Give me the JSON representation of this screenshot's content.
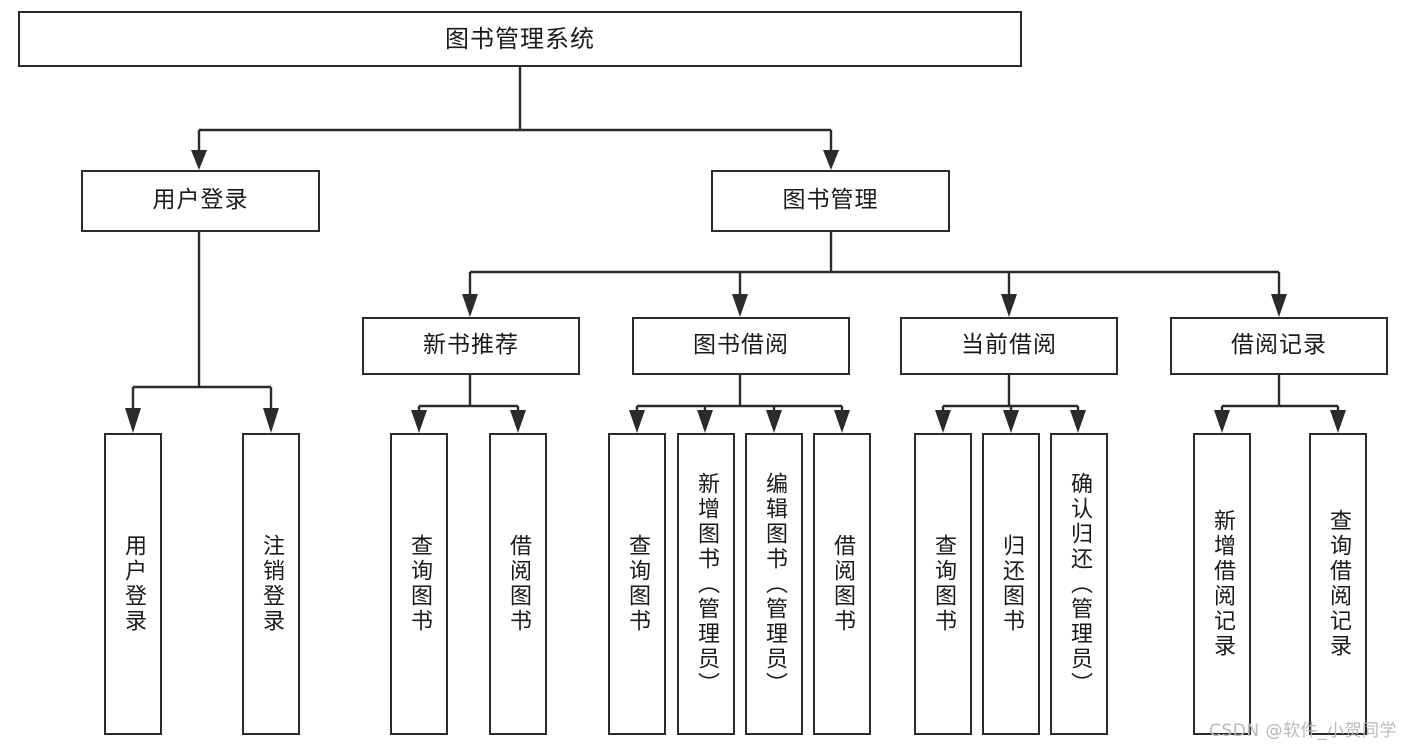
{
  "diagram": {
    "title": "图书管理系统",
    "root": {
      "label": "图书管理系统"
    },
    "level2": [
      {
        "label": "用户登录"
      },
      {
        "label": "图书管理"
      }
    ],
    "level3": [
      {
        "label": "新书推荐"
      },
      {
        "label": "图书借阅"
      },
      {
        "label": "当前借阅"
      },
      {
        "label": "借阅记录"
      }
    ],
    "leaves": {
      "user_login": [
        {
          "label": "用户登录"
        },
        {
          "label": "注销登录"
        }
      ],
      "new_book": [
        {
          "label": "查询图书"
        },
        {
          "label": "借阅图书"
        }
      ],
      "book_borrow": [
        {
          "label": "查询图书"
        },
        {
          "label": "新增图书（管理员）"
        },
        {
          "label": "编辑图书（管理员）"
        },
        {
          "label": "借阅图书"
        }
      ],
      "current_borrow": [
        {
          "label": "查询图书"
        },
        {
          "label": "归还图书"
        },
        {
          "label": "确认归还（管理员）"
        }
      ],
      "borrow_record": [
        {
          "label": "新增借阅记录"
        },
        {
          "label": "查询借阅记录"
        }
      ]
    }
  },
  "watermark": "CSDN @软件_小贺同学",
  "colors": {
    "stroke": "#2b2b2b",
    "background": "#ffffff",
    "text": "#1a1a1a",
    "watermark": "#b9b9b9"
  }
}
